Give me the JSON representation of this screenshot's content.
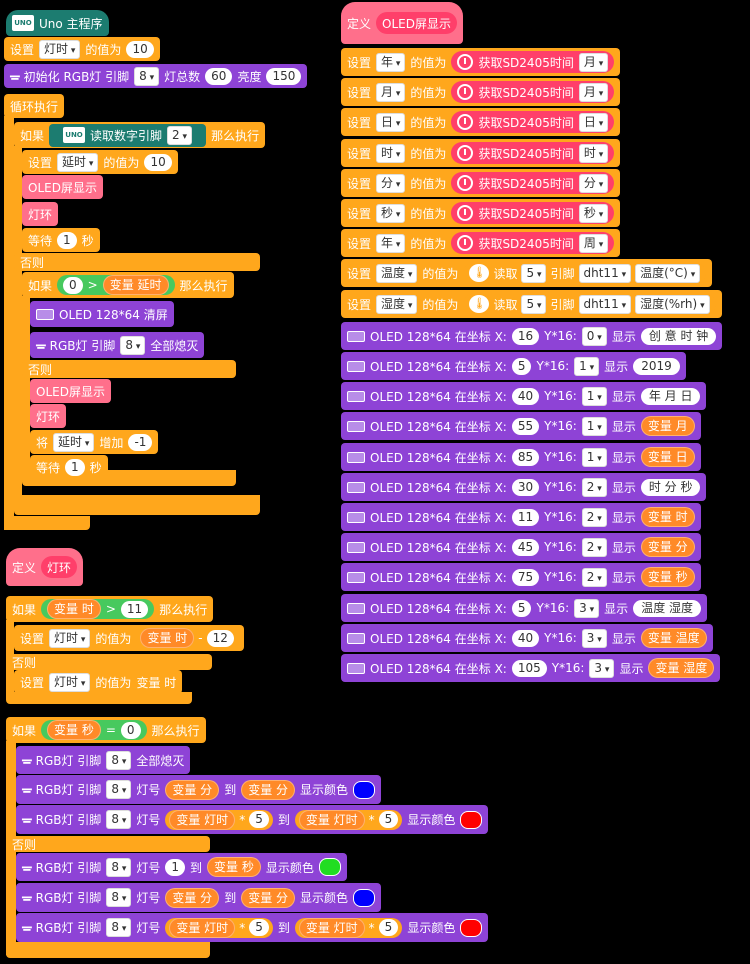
{
  "colors": {
    "orange": "#FFA71C",
    "purple": "#8E43D6",
    "pink": "#FF6F8B",
    "teal": "#1C7C70",
    "green": "#47C95E",
    "blue": "#0000FF",
    "red": "#FF0000",
    "lime": "#22DD22"
  },
  "left": {
    "hat": "Uno 主程序",
    "set1": {
      "kw": "设置",
      "var": "灯时",
      "eq": "的值为",
      "val": "10"
    },
    "init": {
      "kw": "初始化 RGB灯 引脚",
      "pin": "8",
      "count_lbl": "灯总数",
      "count": "60",
      "bright_lbl": "亮度",
      "bright": "150"
    },
    "loop": "循环执行",
    "if1": {
      "kw": "如果",
      "read": "读取数字引脚",
      "pin": "2",
      "then": "那么执行"
    },
    "set2": {
      "kw": "设置",
      "var": "延时",
      "eq": "的值为",
      "val": "10"
    },
    "oled_call1": "OLED屏显示",
    "led_call1": "灯环",
    "wait1": {
      "kw": "等待",
      "val": "1",
      "unit": "秒"
    },
    "else1": "否则",
    "if2": {
      "kw": "如果",
      "a": "0",
      "op": ">",
      "b": "变量 延时",
      "then": "那么执行"
    },
    "oled_clear": "OLED 128*64 清屏",
    "rgb_off1": {
      "kw": "RGB灯 引脚",
      "pin": "8",
      "act": "全部熄灭"
    },
    "else2": "否则",
    "oled_call2": "OLED屏显示",
    "led_call2": "灯环",
    "incr": {
      "kw": "将",
      "var": "延时",
      "act": "增加",
      "val": "-1"
    },
    "wait2": {
      "kw": "等待",
      "val": "1",
      "unit": "秒"
    }
  },
  "ring": {
    "def": "定义",
    "name": "灯环",
    "if1": {
      "kw": "如果",
      "a": "变量 时",
      "op": ">",
      "b": "11",
      "then": "那么执行"
    },
    "set_a": {
      "kw": "设置",
      "var": "灯时",
      "eq": "的值为",
      "a": "变量 时",
      "op": "-",
      "b": "12"
    },
    "else": "否则",
    "set_b": {
      "kw": "设置",
      "var": "灯时",
      "eq": "的值为",
      "val": "变量 时"
    },
    "if2": {
      "kw": "如果",
      "a": "变量 秒",
      "op": "=",
      "b": "0",
      "then": "那么执行"
    },
    "r1": {
      "kw": "RGB灯 引脚",
      "pin": "8",
      "act": "全部熄灭"
    },
    "r2": {
      "kw": "RGB灯 引脚",
      "pin": "8",
      "num": "灯号",
      "a": "变量 分",
      "to": "到",
      "b": "变量 分",
      "show": "显示颜色"
    },
    "r3": {
      "kw": "RGB灯 引脚",
      "pin": "8",
      "num": "灯号",
      "a": "变量 灯时",
      "m": "*",
      "av": "5",
      "to": "到",
      "b": "变量 灯时",
      "bv": "5",
      "show": "显示颜色"
    },
    "else2": "否则",
    "r4": {
      "kw": "RGB灯 引脚",
      "pin": "8",
      "num": "灯号",
      "a": "1",
      "to": "到",
      "b": "变量 秒",
      "show": "显示颜色"
    },
    "r5": {
      "kw": "RGB灯 引脚",
      "pin": "8",
      "num": "灯号",
      "a": "变量 分",
      "to": "到",
      "b": "变量 分",
      "show": "显示颜色"
    },
    "r6": {
      "kw": "RGB灯 引脚",
      "pin": "8",
      "num": "灯号",
      "a": "变量 灯时",
      "m": "*",
      "av": "5",
      "to": "到",
      "b": "变量 灯时",
      "bv": "5",
      "show": "显示颜色"
    }
  },
  "oled": {
    "def": "定义",
    "name": "OLED屏显示",
    "sets": [
      {
        "var": "年",
        "src": "获取SD2405时间",
        "unit": "月"
      },
      {
        "var": "月",
        "src": "获取SD2405时间",
        "unit": "月"
      },
      {
        "var": "日",
        "src": "获取SD2405时间",
        "unit": "日"
      },
      {
        "var": "时",
        "src": "获取SD2405时间",
        "unit": "时"
      },
      {
        "var": "分",
        "src": "获取SD2405时间",
        "unit": "分"
      },
      {
        "var": "秒",
        "src": "获取SD2405时间",
        "unit": "秒"
      },
      {
        "var": "年",
        "src": "获取SD2405时间",
        "unit": "周"
      }
    ],
    "kw_set": "设置",
    "kw_eq": "的值为",
    "dht": [
      {
        "var": "温度",
        "read": "读取",
        "pin": "5",
        "pinlbl": "引脚",
        "type": "dht11",
        "m": "温度(°C)"
      },
      {
        "var": "湿度",
        "read": "读取",
        "pin": "5",
        "pinlbl": "引脚",
        "type": "dht11",
        "m": "湿度(%rh)"
      }
    ],
    "kw_oled": "OLED 128*64 在坐标 X:",
    "kw_y": "Y*16:",
    "kw_show": "显示",
    "rows": [
      {
        "x": "16",
        "y": "0",
        "val": "创 意 时 钟",
        "isvar": false
      },
      {
        "x": "5",
        "y": "1",
        "val": "2019",
        "isvar": false
      },
      {
        "x": "40",
        "y": "1",
        "val": "年  月  日",
        "isvar": false
      },
      {
        "x": "55",
        "y": "1",
        "val": "变量 月",
        "isvar": true
      },
      {
        "x": "85",
        "y": "1",
        "val": "变量 日",
        "isvar": true
      },
      {
        "x": "30",
        "y": "2",
        "val": "时  分  秒",
        "isvar": false
      },
      {
        "x": "11",
        "y": "2",
        "val": "变量 时",
        "isvar": true
      },
      {
        "x": "45",
        "y": "2",
        "val": "变量 分",
        "isvar": true
      },
      {
        "x": "75",
        "y": "2",
        "val": "变量 秒",
        "isvar": true
      },
      {
        "x": "5",
        "y": "3",
        "val": "温度    湿度",
        "isvar": false
      },
      {
        "x": "40",
        "y": "3",
        "val": "变量 温度",
        "isvar": true
      },
      {
        "x": "105",
        "y": "3",
        "val": "变量 湿度",
        "isvar": true
      }
    ]
  }
}
